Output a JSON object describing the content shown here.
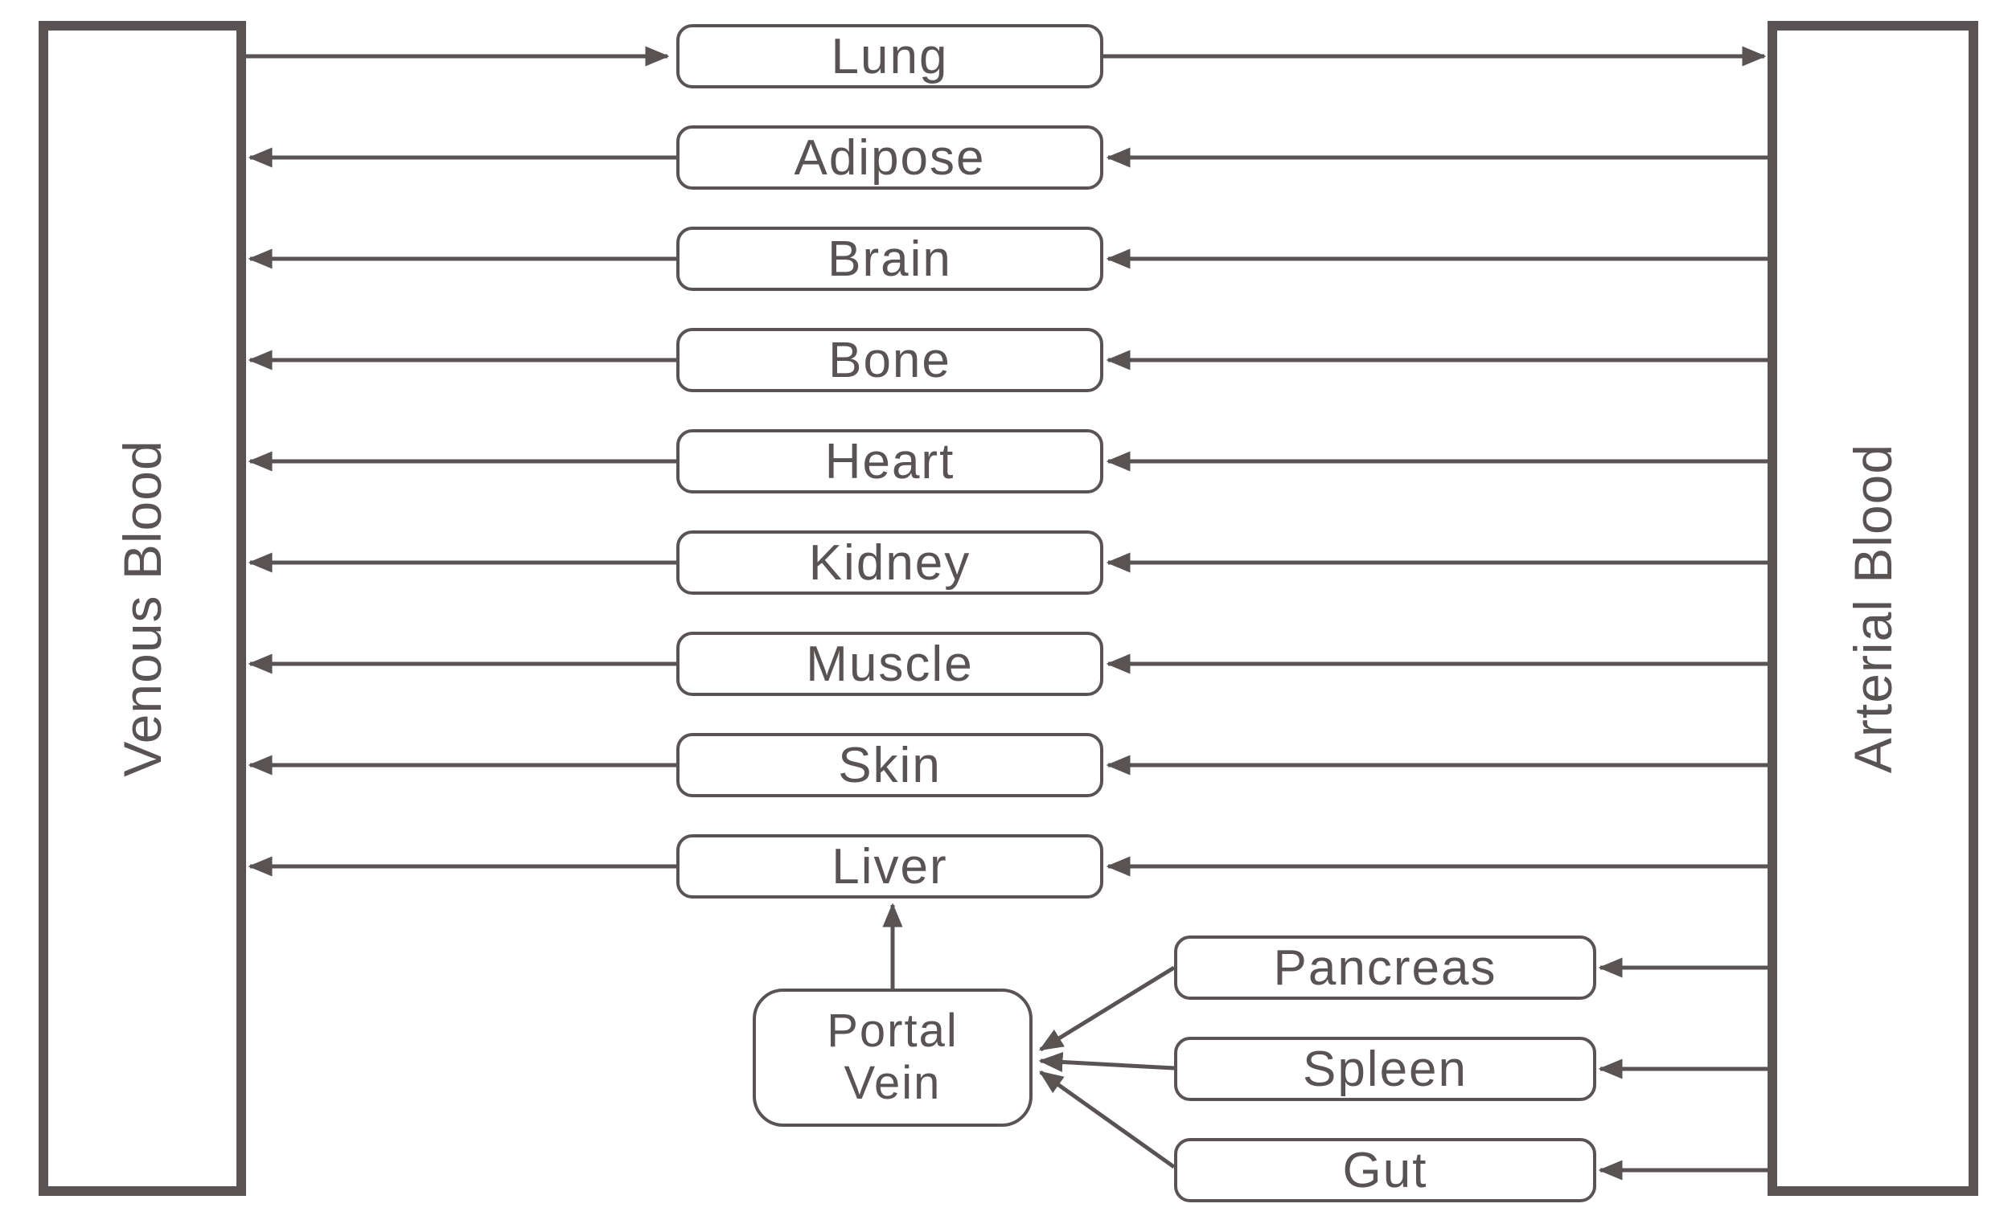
{
  "colors": {
    "stroke": "#595353",
    "background": "#ffffff",
    "box_fill": "#ffffff"
  },
  "pools": {
    "venous": {
      "label": "Venous Blood"
    },
    "arterial": {
      "label": "Arterial Blood"
    }
  },
  "organs": [
    {
      "id": "lung",
      "label": "Lung"
    },
    {
      "id": "adipose",
      "label": "Adipose"
    },
    {
      "id": "brain",
      "label": "Brain"
    },
    {
      "id": "bone",
      "label": "Bone"
    },
    {
      "id": "heart",
      "label": "Heart"
    },
    {
      "id": "kidney",
      "label": "Kidney"
    },
    {
      "id": "muscle",
      "label": "Muscle"
    },
    {
      "id": "skin",
      "label": "Skin"
    },
    {
      "id": "liver",
      "label": "Liver"
    }
  ],
  "splanchnic_organs": [
    {
      "id": "pancreas",
      "label": "Pancreas"
    },
    {
      "id": "spleen",
      "label": "Spleen"
    },
    {
      "id": "gut",
      "label": "Gut"
    }
  ],
  "portal_vein": {
    "label": "Portal\nVein"
  },
  "flows": [
    {
      "from": "Venous Blood",
      "to": "Lung"
    },
    {
      "from": "Lung",
      "to": "Arterial Blood"
    },
    {
      "from": "Arterial Blood",
      "to": "Adipose"
    },
    {
      "from": "Adipose",
      "to": "Venous Blood"
    },
    {
      "from": "Arterial Blood",
      "to": "Brain"
    },
    {
      "from": "Brain",
      "to": "Venous Blood"
    },
    {
      "from": "Arterial Blood",
      "to": "Bone"
    },
    {
      "from": "Bone",
      "to": "Venous Blood"
    },
    {
      "from": "Arterial Blood",
      "to": "Heart"
    },
    {
      "from": "Heart",
      "to": "Venous Blood"
    },
    {
      "from": "Arterial Blood",
      "to": "Kidney"
    },
    {
      "from": "Kidney",
      "to": "Venous Blood"
    },
    {
      "from": "Arterial Blood",
      "to": "Muscle"
    },
    {
      "from": "Muscle",
      "to": "Venous Blood"
    },
    {
      "from": "Arterial Blood",
      "to": "Skin"
    },
    {
      "from": "Skin",
      "to": "Venous Blood"
    },
    {
      "from": "Arterial Blood",
      "to": "Liver"
    },
    {
      "from": "Liver",
      "to": "Venous Blood"
    },
    {
      "from": "Arterial Blood",
      "to": "Pancreas"
    },
    {
      "from": "Arterial Blood",
      "to": "Spleen"
    },
    {
      "from": "Arterial Blood",
      "to": "Gut"
    },
    {
      "from": "Pancreas",
      "to": "Portal Vein"
    },
    {
      "from": "Spleen",
      "to": "Portal Vein"
    },
    {
      "from": "Gut",
      "to": "Portal Vein"
    },
    {
      "from": "Portal Vein",
      "to": "Liver"
    }
  ]
}
